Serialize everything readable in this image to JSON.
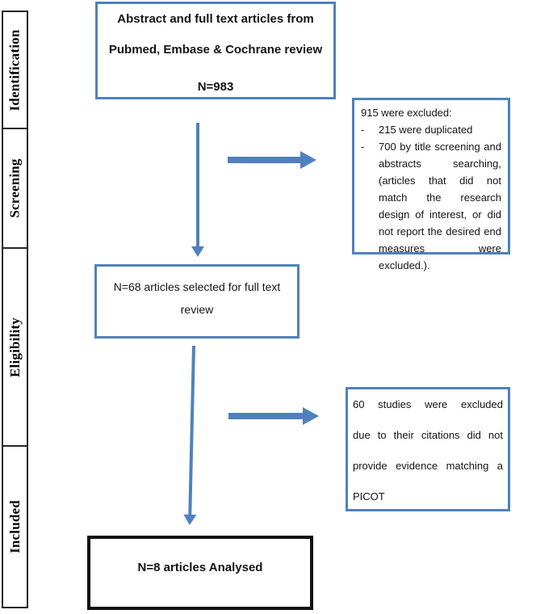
{
  "palette": {
    "accent_blue": "#4f81bd",
    "final_box_border": "#111111",
    "sidebar_border": "#262626"
  },
  "sidebar": {
    "stages": [
      {
        "id": "identification",
        "label": "Identification"
      },
      {
        "id": "screening",
        "label": "Screening"
      },
      {
        "id": "eligibility",
        "label": "Eligibility"
      },
      {
        "id": "included",
        "label": "Included"
      }
    ]
  },
  "flow": {
    "source_box": {
      "lines": [
        "Abstract and full text articles from",
        "Pubmed, Embase & Cochrane review",
        "N=983"
      ]
    },
    "excluded_box_1": {
      "heading": "915 were excluded:",
      "bullet_marker": "-",
      "items": [
        "215 were duplicated",
        "700 by title screening and abstracts searching, (articles that did not match the research design of interest, or did not report the desired end measures were excluded.)."
      ]
    },
    "fulltext_box": {
      "lines": [
        "N=68 articles selected for full text",
        "review"
      ]
    },
    "excluded_box_2": {
      "lines": [
        "60 studies were excluded",
        "due to their citations did not",
        "provide evidence matching a",
        "PICOT"
      ]
    },
    "final_box": {
      "text": "N=8 articles Analysed"
    }
  }
}
